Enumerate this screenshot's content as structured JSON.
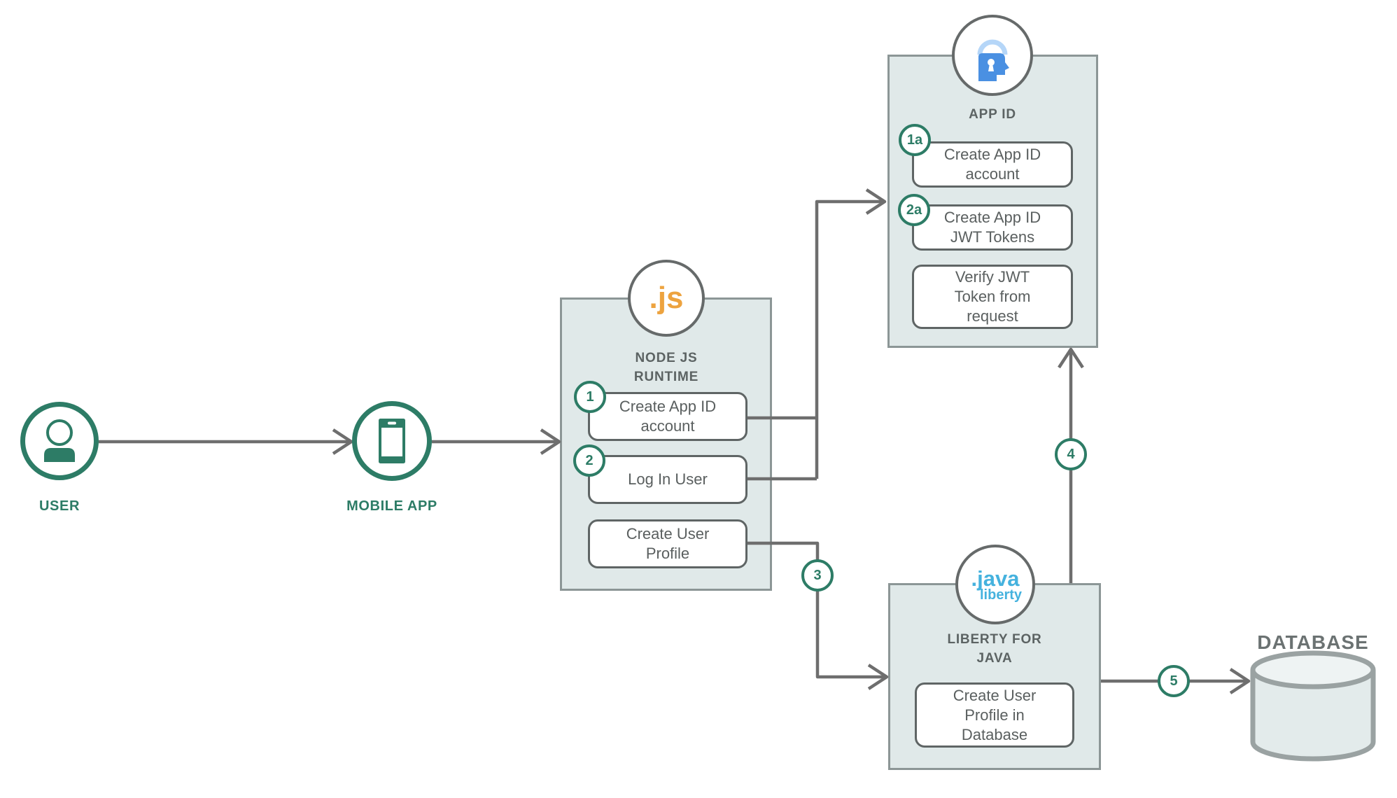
{
  "colors": {
    "teal": "#2d7c66",
    "line_gray": "#6e6e6e",
    "box_fill": "#e0e9e9",
    "box_border": "#8c9696",
    "step_border": "#5f6565",
    "circle_border": "#666a6a",
    "text_gray": "#5a5f5f",
    "title_gray": "#5c6363",
    "db_label_gray": "#6b7272",
    "orange": "#eda33f",
    "appid_blue": "#4a90e2",
    "appid_light_blue": "#b5d6f8",
    "java_blue": "#45b2de",
    "db_fill": "#e3ebeb",
    "db_top_fill": "#eef3f3",
    "db_stroke": "#9aa2a2"
  },
  "nodes": {
    "user": {
      "label": "USER"
    },
    "mobile": {
      "label": "MOBILE APP"
    },
    "nodejs": {
      "icon_text": ".js",
      "title": "NODE JS\nRUNTIME",
      "boxes": [
        {
          "badge": "1",
          "text": "Create App ID\naccount"
        },
        {
          "badge": "2",
          "text": "Log In User"
        },
        {
          "text": "Create User\nProfile"
        }
      ]
    },
    "appid": {
      "title": "APP ID",
      "boxes": [
        {
          "badge": "1a",
          "text": "Create App ID\naccount"
        },
        {
          "badge": "2a",
          "text": "Create App ID\nJWT Tokens"
        },
        {
          "text": "Verify JWT\nToken from\nrequest"
        }
      ]
    },
    "liberty": {
      "icon_text_top": ".java",
      "icon_text_bottom": "liberty",
      "title": "LIBERTY FOR\nJAVA",
      "boxes": [
        {
          "text": "Create User\nProfile in\nDatabase"
        }
      ]
    },
    "database": {
      "label": "DATABASE"
    }
  },
  "edge_badges": {
    "step3": "3",
    "step4": "4",
    "step5": "5"
  }
}
